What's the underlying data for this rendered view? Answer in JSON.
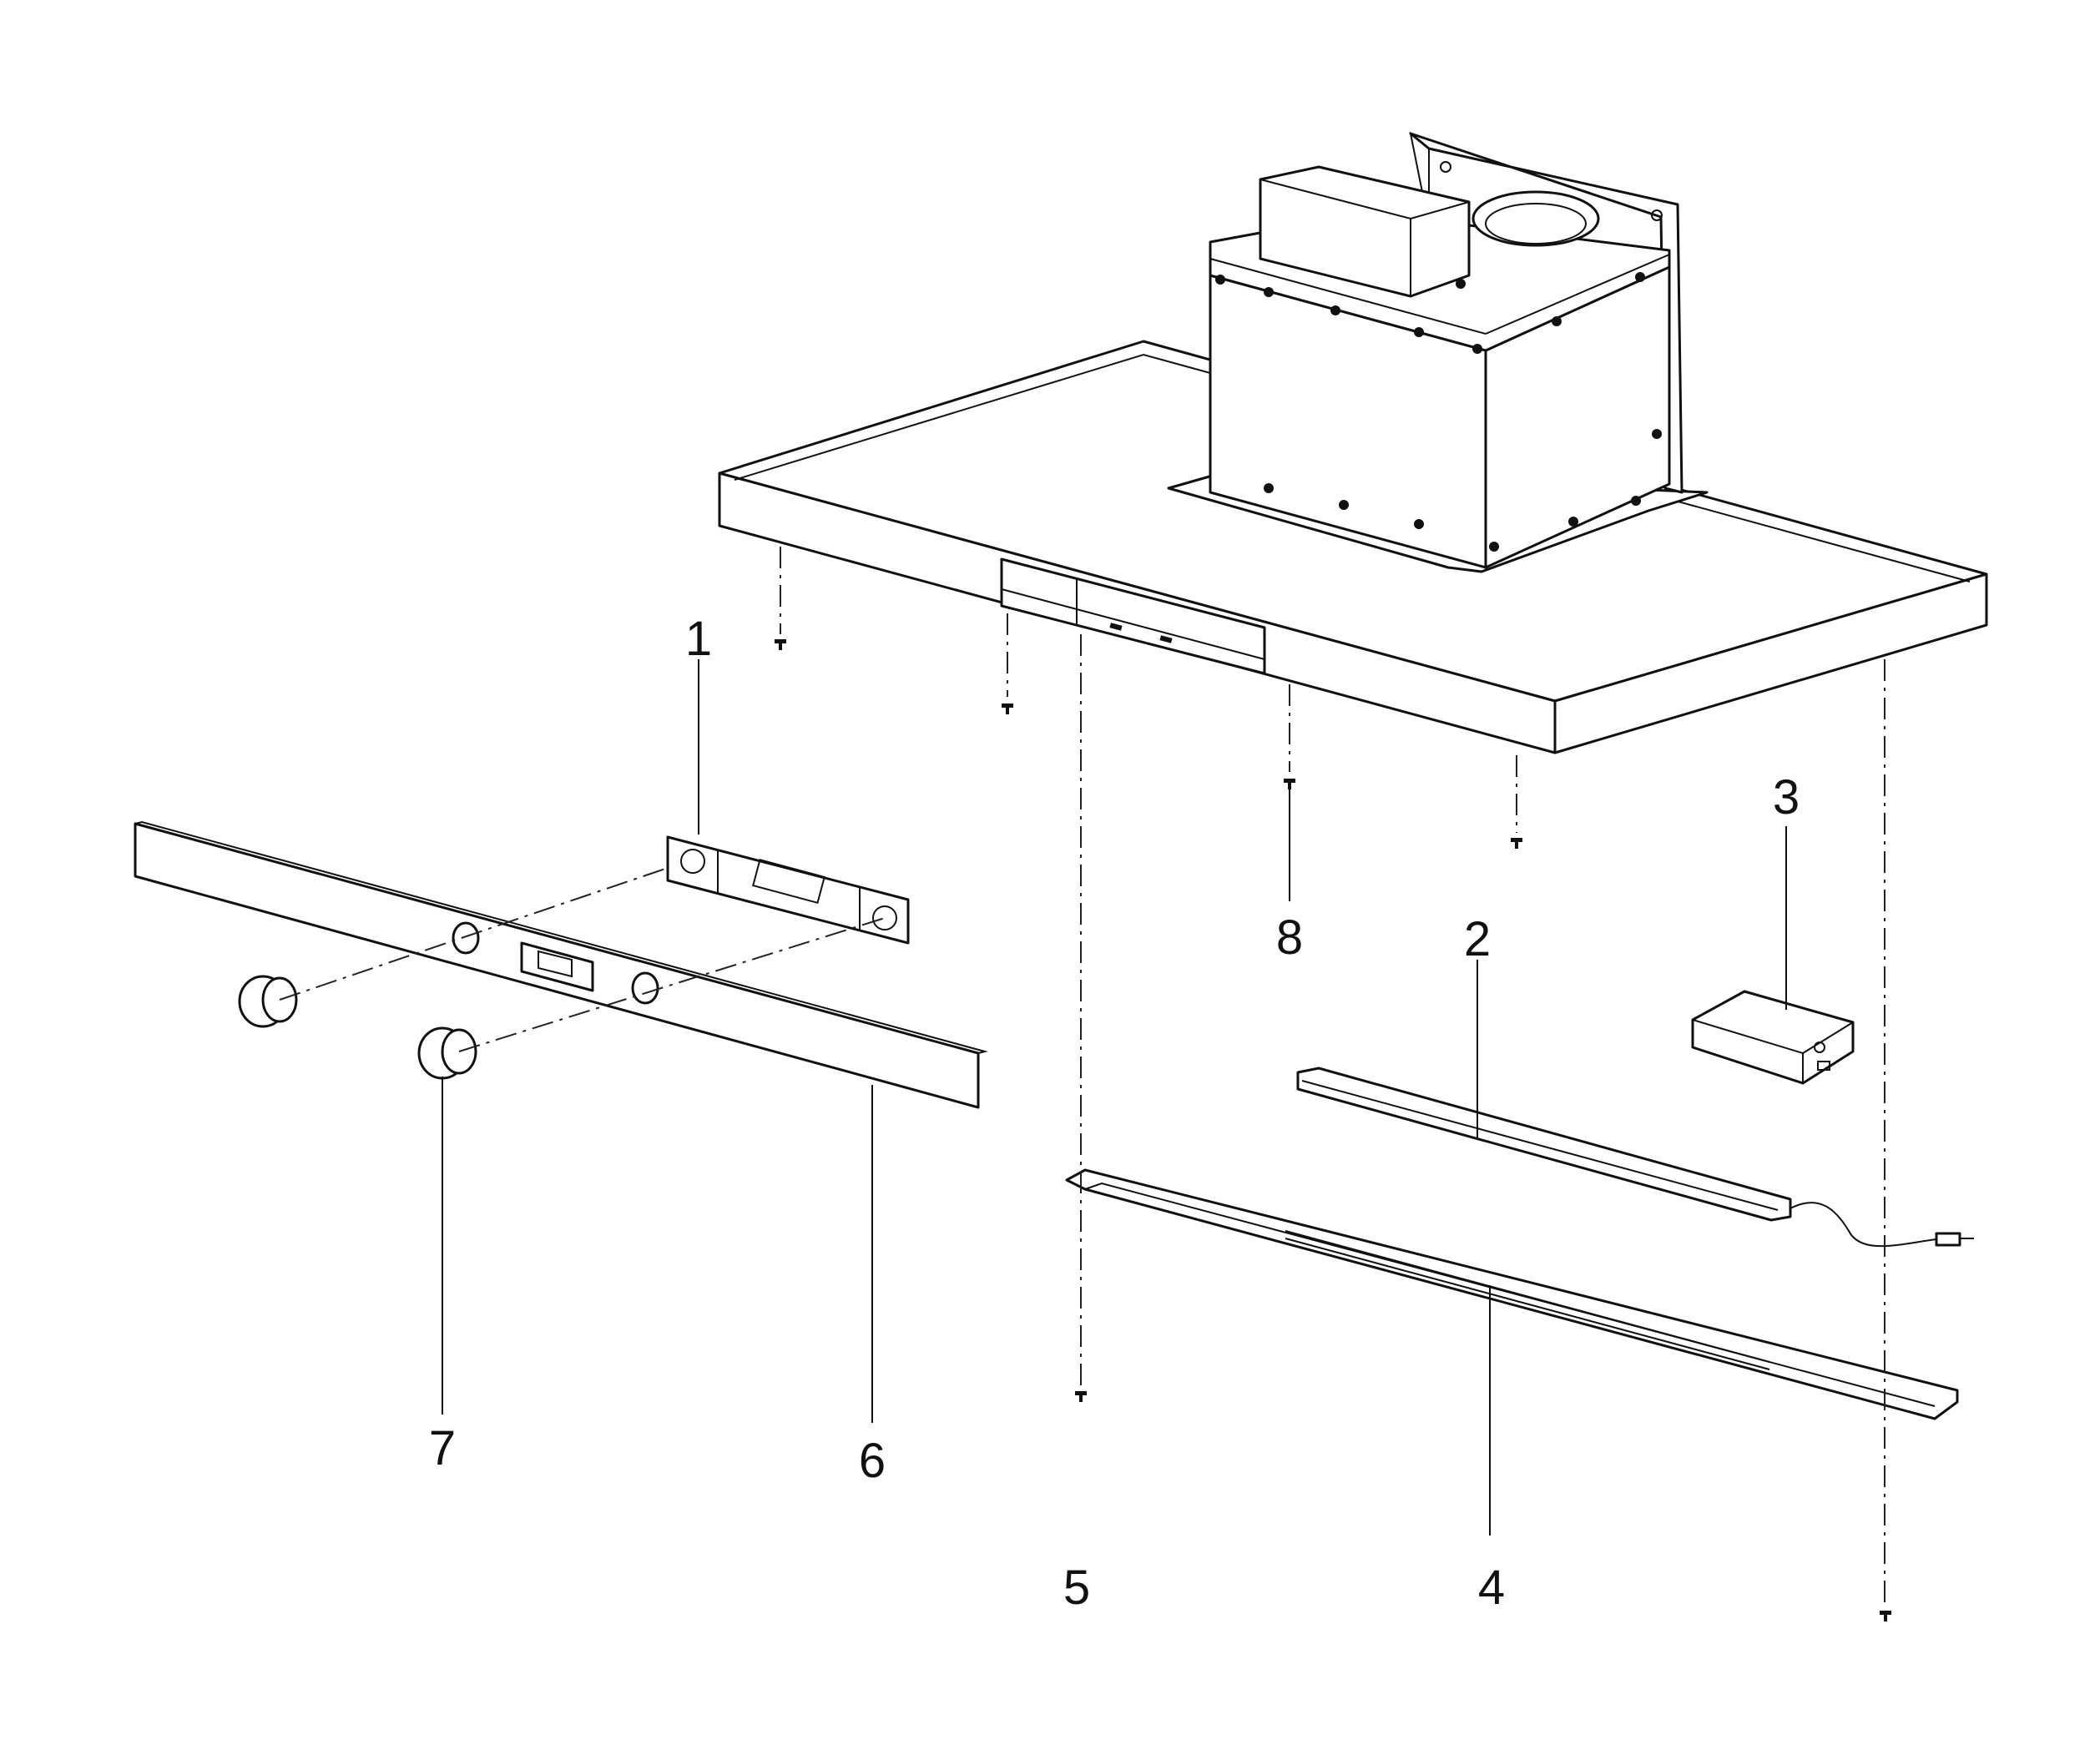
{
  "diagram": {
    "background": "#ffffff",
    "line_color": "#111111",
    "callouts": [
      {
        "id": "c1",
        "label": "1"
      },
      {
        "id": "c2",
        "label": "2"
      },
      {
        "id": "c3",
        "label": "3"
      },
      {
        "id": "c4",
        "label": "4"
      },
      {
        "id": "c5",
        "label": "5"
      },
      {
        "id": "c6",
        "label": "6"
      },
      {
        "id": "c7",
        "label": "7"
      },
      {
        "id": "c8",
        "label": "8"
      }
    ]
  }
}
